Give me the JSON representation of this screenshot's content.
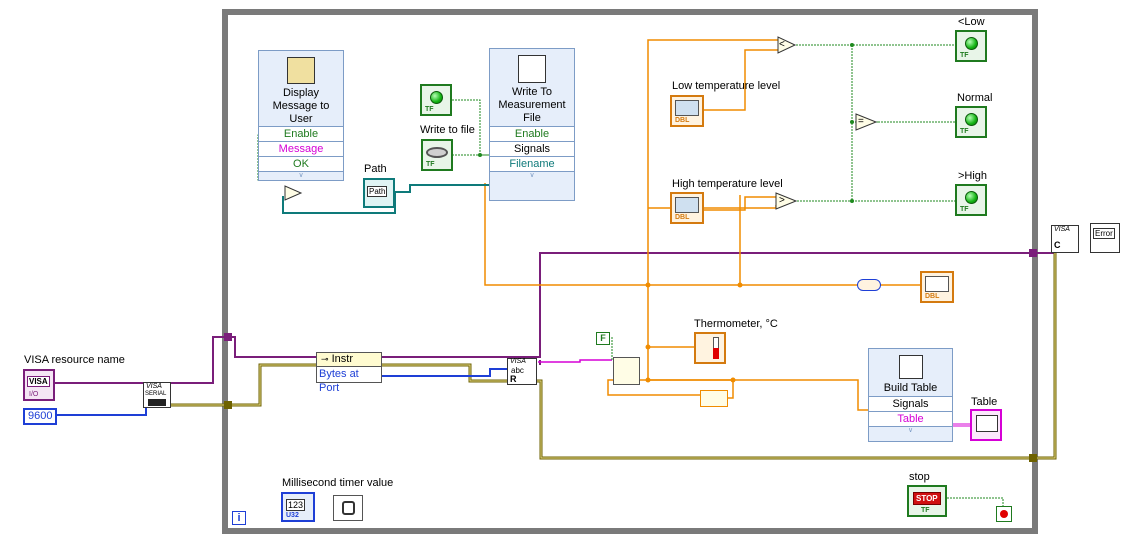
{
  "labels": {
    "visa_resource_name": "VISA resource name",
    "baud_constant": "9600",
    "display_message_title": "Display Message to User",
    "write_measurement_title": "Write To Measurement File",
    "path": "Path",
    "write_to_file": "Write to file",
    "low_temperature_level": "Low temperature level",
    "high_temperature_level": "High temperature level",
    "thermometer": "Thermometer, °C",
    "build_table_title": "Build Table",
    "table": "Table",
    "low_indicator": "<Low",
    "normal_indicator": "Normal",
    "high_indicator": ">High",
    "millisecond_timer": "Millisecond timer value",
    "stop": "stop",
    "loop_iteration": "i"
  },
  "display_message_terminals": [
    "Enable",
    "Message",
    "OK"
  ],
  "write_measurement_terminals": [
    "Enable",
    "Signals",
    "Filename"
  ],
  "build_table_terminals": [
    "Signals",
    "Table"
  ],
  "property_node": {
    "class": "Instr",
    "property": "Bytes at Port"
  },
  "comparisons": {
    "less": "<",
    "equal": "=",
    "greater": ">"
  },
  "icons": {
    "visa": "VISA",
    "serial": "SERIAL",
    "error": "Error",
    "stop_button": "STOP",
    "tf": "TF",
    "dbl": "DBL",
    "u32": "U32",
    "num_123": "123",
    "path_icon": "Path",
    "instr_ref": "I/O",
    "read": "R",
    "abc": "abc",
    "bool_const": "F",
    "close": "C"
  },
  "colors": {
    "orange_wire": "#f08c00",
    "green_wire": "#1f8a1f",
    "pink_wire": "#d600d6",
    "purple_wire": "#7a1e7a",
    "dark_yellow_wire": "#6e6200",
    "blue_wire": "#1e3fd6",
    "teal_wire": "#0e7a7a",
    "loop_border": "#7a7a7a"
  }
}
